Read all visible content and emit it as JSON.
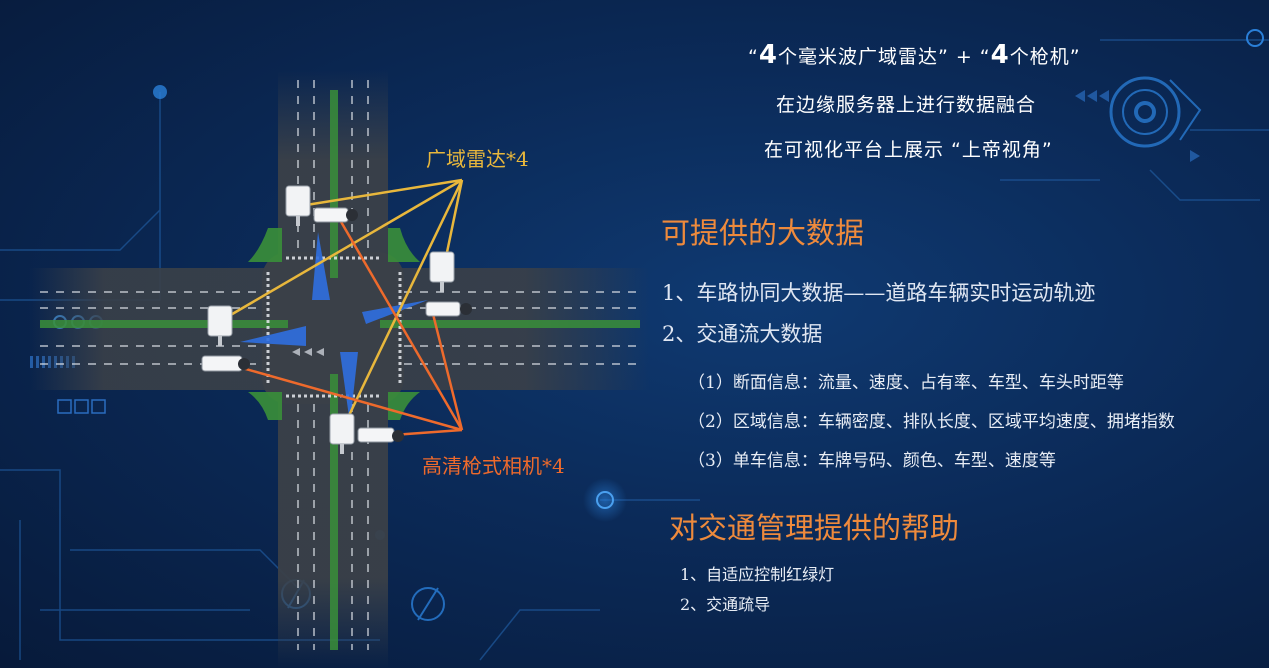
{
  "headline": {
    "line1_num_a": "4",
    "line1_a": "个毫米波广域雷达",
    "line1_plus": "+",
    "line1_num_b": "4",
    "line1_b": "个枪机",
    "line2": "在边缘服务器上进行数据融合",
    "line3_a": "在可视化平台上展示",
    "line3_b": "上帝视角"
  },
  "labels": {
    "radar": "广域雷达*4",
    "camera": "高清枪式相机*4"
  },
  "big_data": {
    "title": "可提供的大数据",
    "items": [
      "1、车路协同大数据——道路车辆实时运动轨迹",
      "2、交通流大数据"
    ],
    "sub_items": [
      "（1）断面信息：流量、速度、占有率、车型、车头时距等",
      "（2）区域信息：车辆密度、排队长度、区域平均速度、拥堵指数",
      "（3）单车信息：车牌号码、颜色、车型、速度等"
    ]
  },
  "help": {
    "title": "对交通管理提供的帮助",
    "items": [
      "1、自适应控制红绿灯",
      "2、交通疏导"
    ]
  },
  "colors": {
    "radar_line": "#e8b73c",
    "camera_line": "#ee6a2c",
    "radar_beam": "#2f6fe0",
    "road": "#3a4048",
    "grass": "#3a8f3a",
    "accent_blue": "#2a7fd8"
  }
}
